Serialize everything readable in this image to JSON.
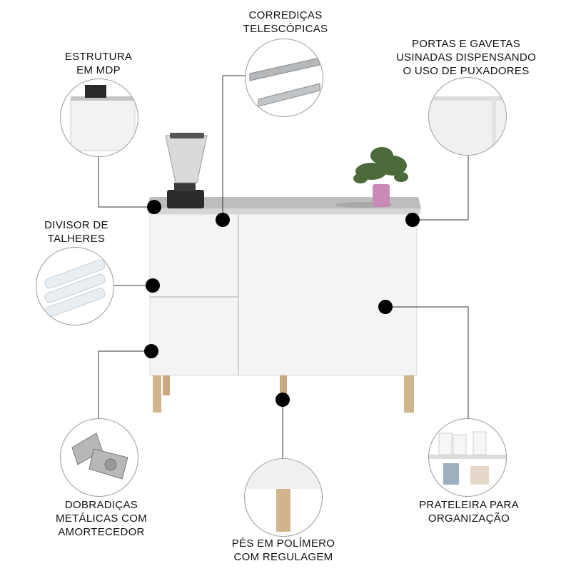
{
  "features": {
    "estrutura": [
      "ESTRUTURA",
      "EM MDP"
    ],
    "corredicas": [
      "CORREDIÇAS",
      "TELESCÓPICAS"
    ],
    "portas": [
      "PORTAS E GAVETAS",
      "USINADAS DISPENSANDO",
      "O USO DE PUXADORES"
    ],
    "divisor": [
      "DIVISOR DE",
      "TALHERES"
    ],
    "dobradicas": [
      "DOBRADIÇAS",
      "METÁLICAS COM",
      "AMORTECEDOR"
    ],
    "pes": [
      "PÉS EM POLÍMERO",
      "COM REGULAGEM"
    ],
    "prateleira": [
      "PRATELEIRA PARA",
      "ORGANIZAÇÃO"
    ]
  },
  "icons": [
    "blender-icon",
    "plant-pot-icon",
    "drawer-slide-icon",
    "hinge-icon",
    "cutlery-tray-icon",
    "shelf-icon",
    "furniture-foot-icon"
  ],
  "colors": {
    "cabinet": "#f3f3f3",
    "countertop": "#c8c8c8",
    "legs": "#d2b48c",
    "dots": "#000000"
  }
}
